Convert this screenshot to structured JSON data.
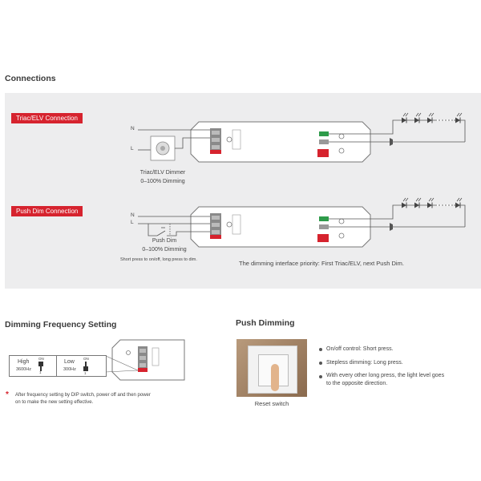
{
  "connections": {
    "heading": "Connections",
    "triac": {
      "tag": "Triac/ELV Connection",
      "n_label": "N",
      "l_label": "L",
      "dimmer_name": "Triac/ELV Dimmer",
      "dimmer_range": "0–100% Dimming"
    },
    "push": {
      "tag": "Push Dim Connection",
      "n_label": "N",
      "l_label": "L",
      "dim_name": "Push Dim",
      "dim_range": "0–100% Dimming",
      "dim_note": "Short press to on/off, long press to dim."
    },
    "priority_note": "The dimming interface priority: First Triac/ELV, next Push Dim."
  },
  "frequency": {
    "heading": "Dimming Frequency Setting",
    "high_label": "High",
    "high_freq": "3600Hz",
    "low_label": "Low",
    "low_freq": "300Hz",
    "on_label": "ON",
    "switch_number": "1",
    "note_mark": "*",
    "note_line1": "After frequency setting by DIP switch, power off and then power",
    "note_line2": "on to make the new setting effective."
  },
  "push_dimming": {
    "heading": "Push Dimming",
    "photo_caption": "Reset switch",
    "bullets": [
      "On/off control: Short press.",
      "Stepless dimming: Long press.",
      "With every other long press, the light level goes",
      "to the opposite direction."
    ]
  },
  "colors": {
    "accent": "#d6232e",
    "panel": "#ededee",
    "line": "#555555",
    "terminal_green": "#2e9b4a"
  }
}
